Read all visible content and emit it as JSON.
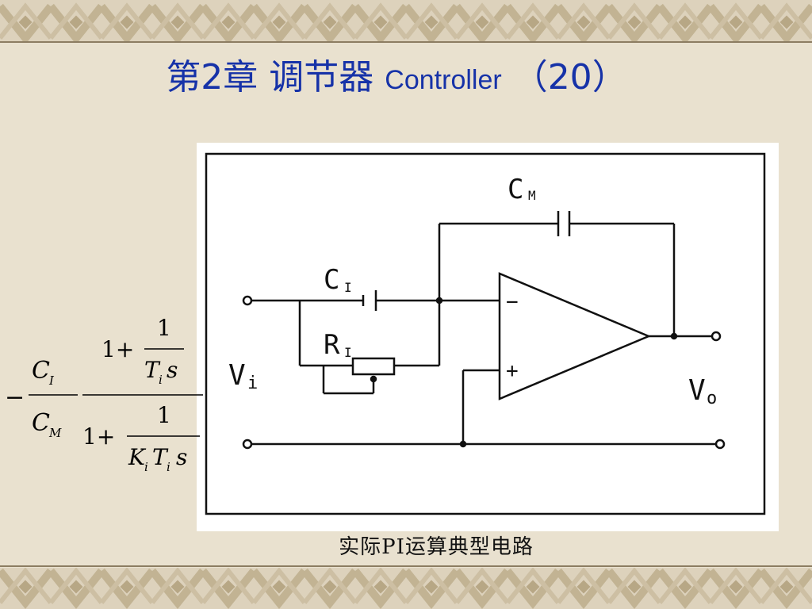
{
  "slide": {
    "title_cn": "第2章 调节器",
    "title_en": "Controller",
    "title_paren_open": "（",
    "title_number": "20",
    "title_paren_close": "）",
    "caption": "实际PI运算典型电路",
    "colors": {
      "title": "#1632a8",
      "background": "#e9e1cf",
      "band_pattern": "#d3c7ae",
      "band_line": "#8c7d62"
    }
  },
  "circuit": {
    "labels": {
      "cm": {
        "main": "C",
        "sub": "M"
      },
      "ci": {
        "main": "C",
        "sub": "I"
      },
      "ri": {
        "main": "R",
        "sub": "I"
      },
      "vi": {
        "main": "V",
        "sub": "i"
      },
      "vo": {
        "main": "V",
        "sub": "o"
      },
      "minus": "−",
      "plus": "+"
    }
  },
  "formula": {
    "sign": "−",
    "ratio_num": {
      "main": "C",
      "sub": "I"
    },
    "ratio_den": {
      "main": "C",
      "sub": "M"
    },
    "num_one": "1+",
    "num_frac_top": "1",
    "num_frac_bottom": {
      "T": "T",
      "i": "i",
      "s": "s"
    },
    "den_one": "1+",
    "den_frac_top": "1",
    "den_frac_bottom": {
      "K": "K",
      "ki": "i",
      "T": "T",
      "ti": "i",
      "s": "s"
    }
  }
}
